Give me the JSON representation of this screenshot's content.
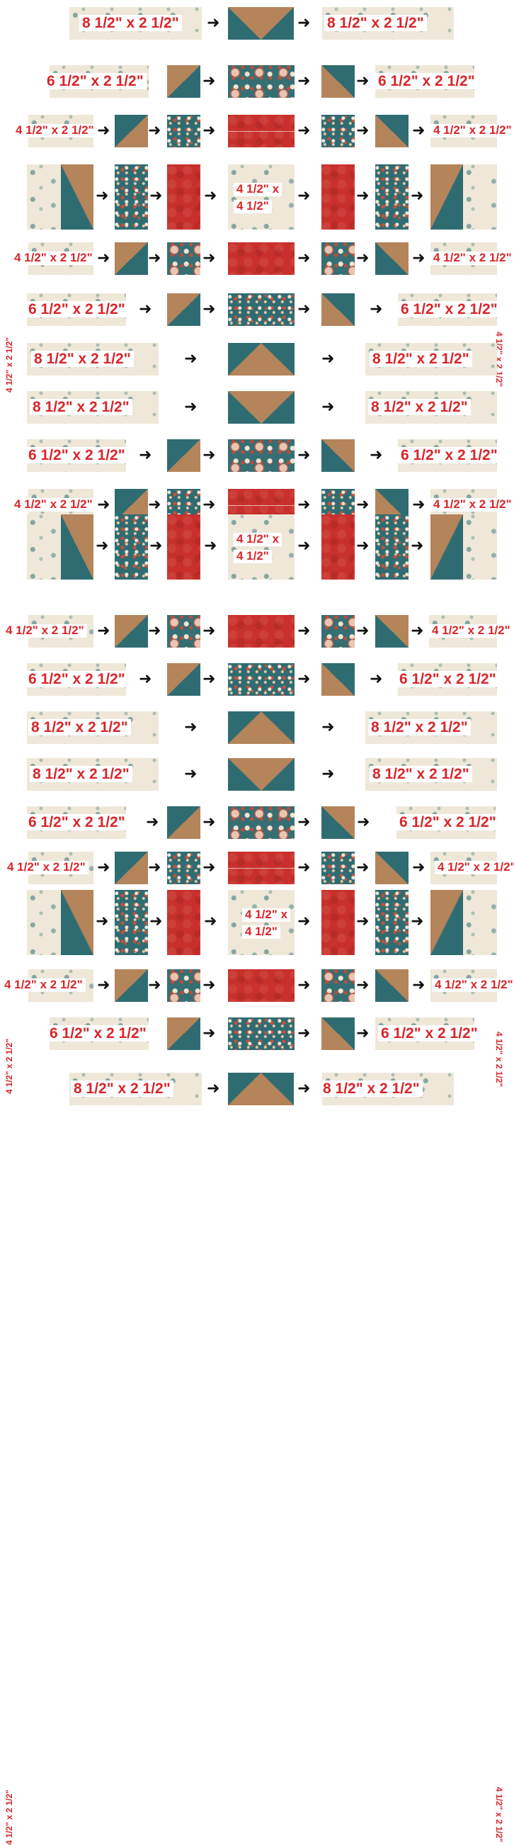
{
  "diagram": {
    "labels": {
      "strip_8_x_2": "8 1/2\" x 2 1/2\"",
      "strip_6_x_2": "6 1/2\" x 2 1/2\"",
      "strip_4_x_2": "4 1/2\" x 2 1/2\"",
      "square_4_top": "4 1/2\" x",
      "square_4_bottom": "4 1/2\""
    },
    "arrow_glyph": "➜",
    "colors": {
      "label_red": "#d8262b",
      "cream": "#efe8d9",
      "teal": "#2f6c72",
      "tan": "#b4845a",
      "red_fabric": "#c8302b"
    }
  }
}
